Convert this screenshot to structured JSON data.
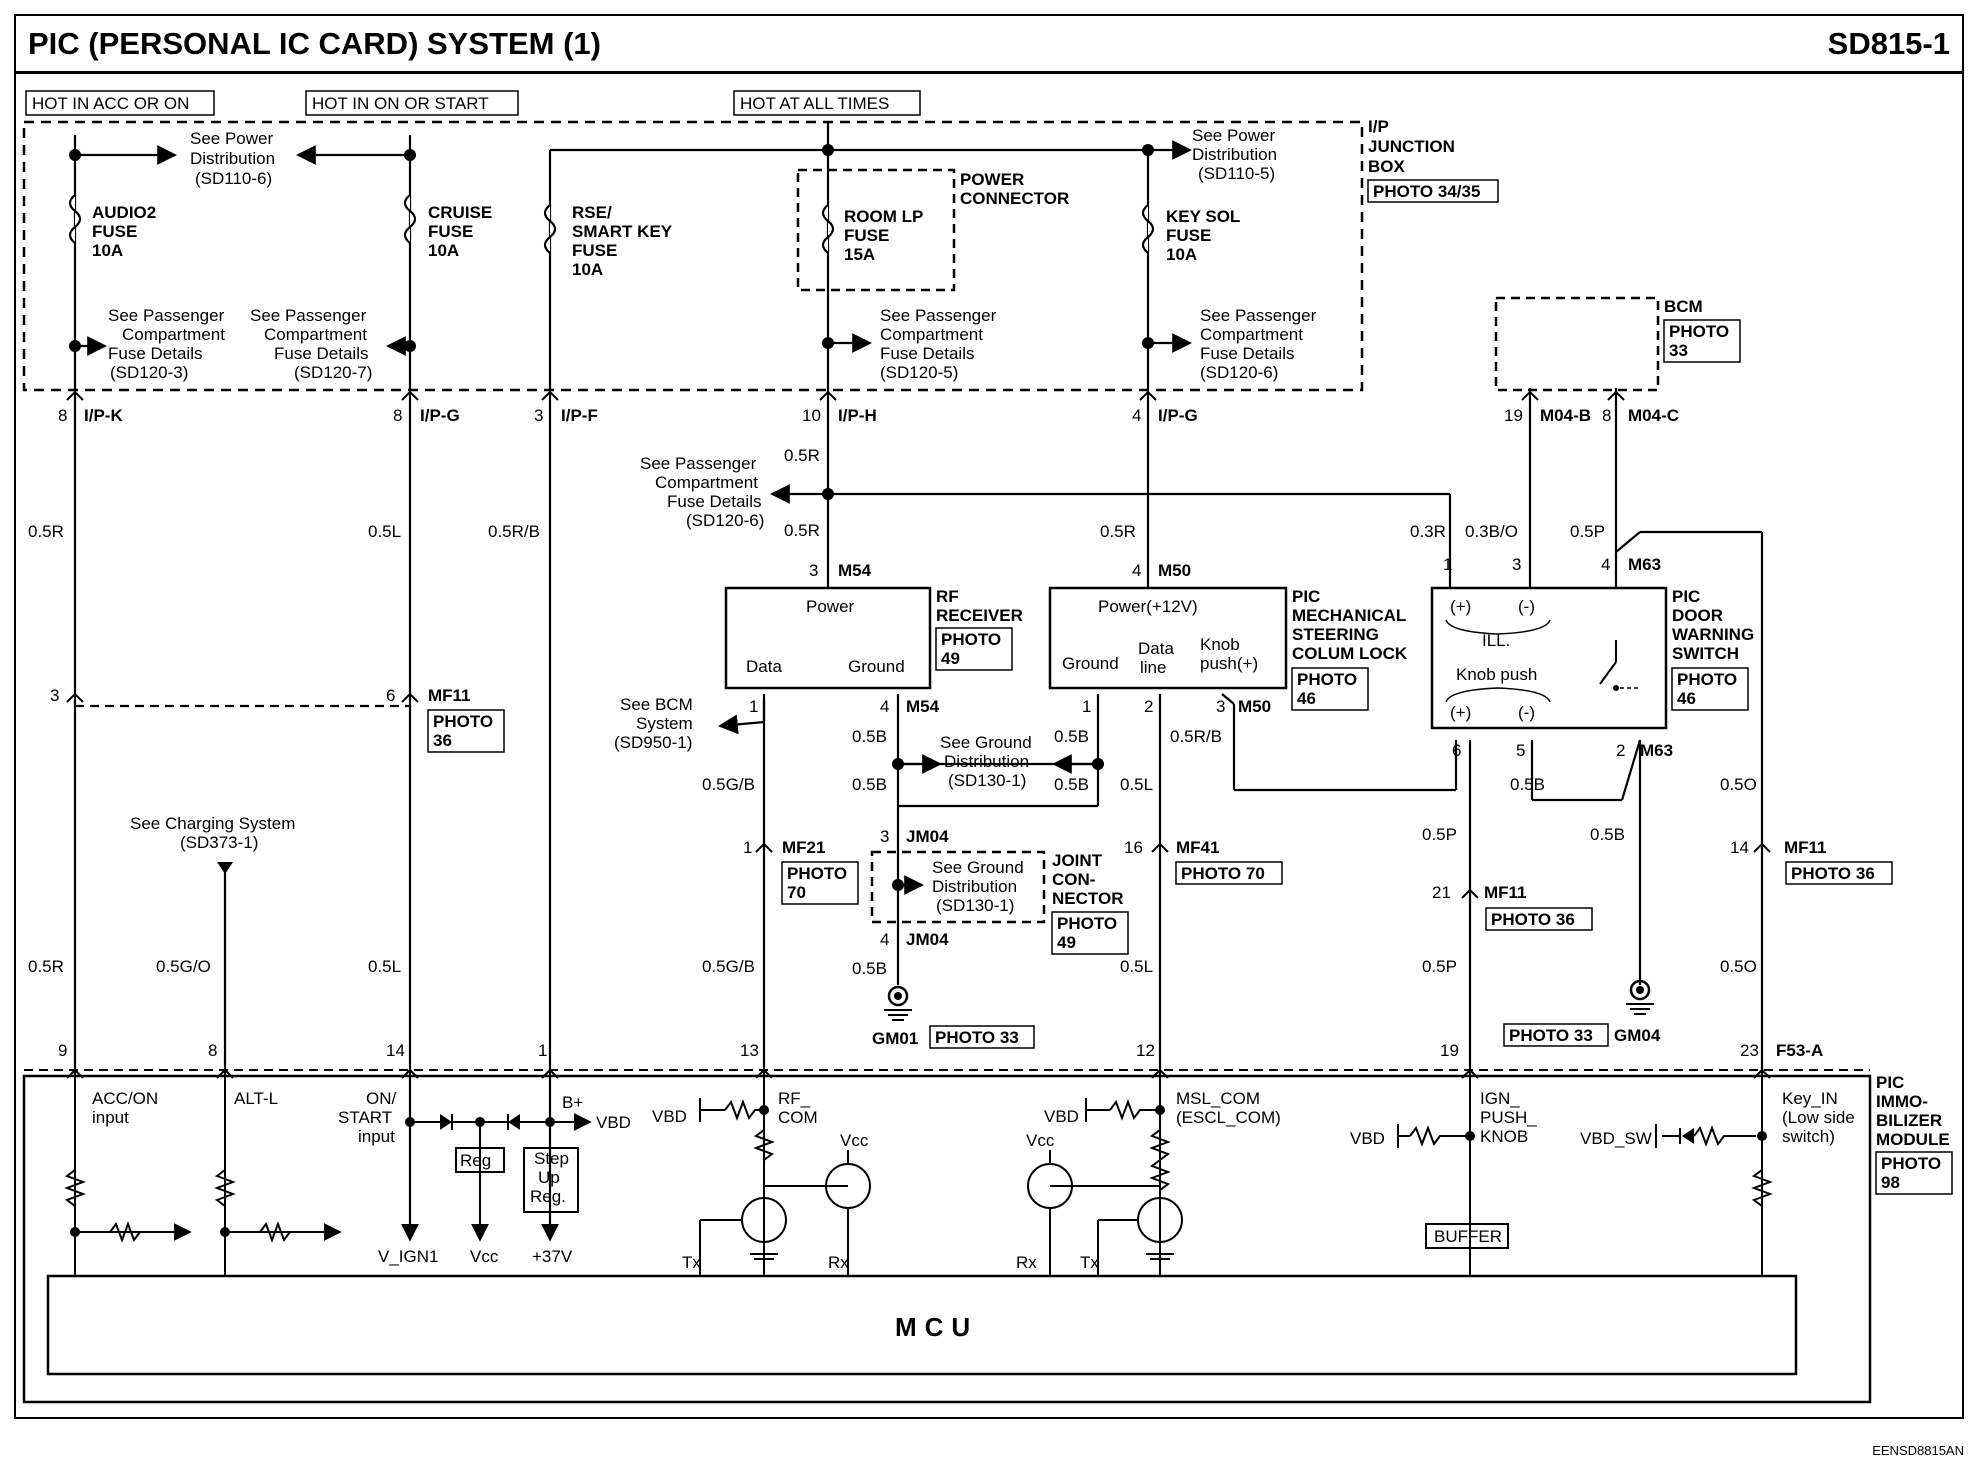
{
  "header": {
    "title": "PIC (PERSONAL IC CARD) SYSTEM (1)",
    "code": "SD815-1"
  },
  "footer": {
    "doc_id": "EENSD8815AN"
  },
  "power_labels": {
    "hot_acc_on": "HOT IN ACC OR ON",
    "hot_on_start": "HOT IN ON OR START",
    "hot_all_times": "HOT AT ALL TIMES"
  },
  "junction_box": {
    "name": [
      "I/P",
      "JUNCTION",
      "BOX"
    ],
    "photo": "PHOTO 34/35",
    "power_dist_left": [
      "See Power",
      "Distribution",
      "(SD110-6)"
    ],
    "power_dist_right": [
      "See Power",
      "Distribution",
      "(SD110-5)"
    ],
    "power_connector": [
      "POWER",
      "CONNECTOR"
    ],
    "fuses": [
      {
        "lines": [
          "AUDIO2",
          "FUSE",
          "10A"
        ]
      },
      {
        "lines": [
          "CRUISE",
          "FUSE",
          "10A"
        ]
      },
      {
        "lines": [
          "RSE/",
          "SMART KEY",
          "FUSE",
          "10A"
        ]
      },
      {
        "lines": [
          "ROOM LP",
          "FUSE",
          "15A"
        ]
      },
      {
        "lines": [
          "KEY SOL",
          "FUSE",
          "10A"
        ]
      }
    ],
    "pcfd": [
      [
        "See Passenger",
        "Compartment",
        "Fuse Details",
        "(SD120-3)"
      ],
      [
        "See Passenger",
        "Compartment",
        "Fuse Details",
        "(SD120-7)"
      ],
      [
        "See Passenger",
        "Compartment",
        "Fuse Details",
        "(SD120-5)"
      ],
      [
        "See Passenger",
        "Compartment",
        "Fuse Details",
        "(SD120-6)"
      ]
    ]
  },
  "connectors": {
    "ipk": {
      "pin": "8",
      "name": "I/P-K"
    },
    "ipg1": {
      "pin": "8",
      "name": "I/P-G"
    },
    "ipf": {
      "pin": "3",
      "name": "I/P-F"
    },
    "iph": {
      "pin": "10",
      "name": "I/P-H"
    },
    "ipg2": {
      "pin": "4",
      "name": "I/P-G"
    },
    "m04b": {
      "pin": "19",
      "name": "M04-B"
    },
    "m04c": {
      "pin": "8",
      "name": "M04-C"
    },
    "m54_top": {
      "pin": "3",
      "name": "M54"
    },
    "m50_top": {
      "pin": "4",
      "name": "M50"
    },
    "m63_top": {
      "name": "M63"
    },
    "m63_pins_top": [
      "1",
      "3",
      "4"
    ],
    "m54_bottom": {
      "pin1": "1",
      "pin4": "4",
      "name": "M54"
    },
    "m50_bottom": {
      "pin1": "1",
      "pin2": "2",
      "pin3": "3",
      "name": "M50"
    },
    "m63_bottom": {
      "pin6": "6",
      "pin5": "5",
      "pin2": "2",
      "name": "M63"
    },
    "mf11_a": {
      "pin3": "3",
      "pin6": "6",
      "name": "MF11",
      "photo": [
        "PHOTO",
        "36"
      ]
    },
    "mf21": {
      "pin": "1",
      "name": "MF21",
      "photo": [
        "PHOTO",
        "70"
      ]
    },
    "jm04_top": {
      "pin": "3",
      "name": "JM04"
    },
    "jm04_bottom": {
      "pin": "4",
      "name": "JM04"
    },
    "mf41": {
      "pin": "16",
      "name": "MF41",
      "photo": "PHOTO 70"
    },
    "mf11_b": {
      "pin": "21",
      "name": "MF11",
      "photo": "PHOTO 36"
    },
    "mf11_c": {
      "pin": "14",
      "name": "MF11",
      "photo": "PHOTO 36"
    },
    "f53a": {
      "name": "F53-A",
      "pins": [
        "9",
        "8",
        "14",
        "1",
        "13",
        "12",
        "19",
        "23"
      ]
    }
  },
  "wires": {
    "w_05r": "0.5R",
    "w_05l": "0.5L",
    "w_05rb": "0.5R/B",
    "w_05go": "0.5G/O",
    "w_05gb": "0.5G/B",
    "w_05b": "0.5B",
    "w_03r": "0.3R",
    "w_03bo": "0.3B/O",
    "w_05p": "0.5P",
    "w_05o": "0.5O"
  },
  "refs": {
    "pcfd_mid": [
      "See Passenger",
      "Compartment",
      "Fuse Details",
      "(SD120-6)"
    ],
    "bcm_system": [
      "See BCM",
      "System",
      "(SD950-1)"
    ],
    "ground_dist": [
      "See Ground",
      "Distribution",
      "(SD130-1)"
    ],
    "charging": [
      "See Charging System",
      "(SD373-1)"
    ]
  },
  "components": {
    "rf_receiver": {
      "name": [
        "RF",
        "RECEIVER"
      ],
      "photo": [
        "PHOTO",
        "49"
      ],
      "power": "Power",
      "data": "Data",
      "ground": "Ground"
    },
    "mech_lock": {
      "name": [
        "PIC",
        "MECHANICAL",
        "STEERING",
        "COLUM LOCK"
      ],
      "photo": [
        "PHOTO",
        "46"
      ],
      "power": "Power(+12V)",
      "ground": "Ground",
      "data": [
        "Data",
        "line"
      ],
      "knob": [
        "Knob",
        "push(+)"
      ]
    },
    "door_switch": {
      "name": [
        "PIC",
        "DOOR",
        "WARNING",
        "SWITCH"
      ],
      "photo": [
        "PHOTO",
        "46"
      ],
      "plus": "(+)",
      "minus": "(-)",
      "ill": "ILL.",
      "knob_push": "Knob push"
    },
    "bcm": {
      "name": "BCM",
      "photo": [
        "PHOTO",
        "33"
      ]
    },
    "joint_connector": {
      "name": [
        "JOINT",
        "CON-",
        "NECTOR"
      ],
      "photo": [
        "PHOTO",
        "49"
      ]
    },
    "gm01": {
      "name": "GM01",
      "photo": "PHOTO 33"
    },
    "gm04": {
      "name": "GM04",
      "photo": "PHOTO 33"
    },
    "immobilizer": {
      "name": [
        "PIC",
        "IMMO-",
        "BILIZER",
        "MODULE"
      ],
      "photo": [
        "PHOTO",
        "98"
      ],
      "mcu": "MCU",
      "acc_on": [
        "ACC/ON",
        "input"
      ],
      "alt_l": "ALT-L",
      "on_start": [
        "ON/",
        "START",
        "input"
      ],
      "bplus": "B+",
      "vbd": "VBD",
      "reg": "Reg",
      "stepup": [
        "Step",
        "Up",
        "Reg."
      ],
      "v_ign1": "V_IGN1",
      "vcc": "Vcc",
      "v37": "+37V",
      "rf_com": [
        "RF_",
        "COM"
      ],
      "msl_com": [
        "MSL_COM",
        "(ESCL_COM)"
      ],
      "ign_push": [
        "IGN_",
        "PUSH_",
        "KNOB"
      ],
      "key_in": [
        "Key_IN",
        "(Low side",
        "switch)"
      ],
      "vbd_sw": "VBD_SW",
      "buffer": "BUFFER",
      "tx": "Tx",
      "rx": "Rx"
    }
  }
}
